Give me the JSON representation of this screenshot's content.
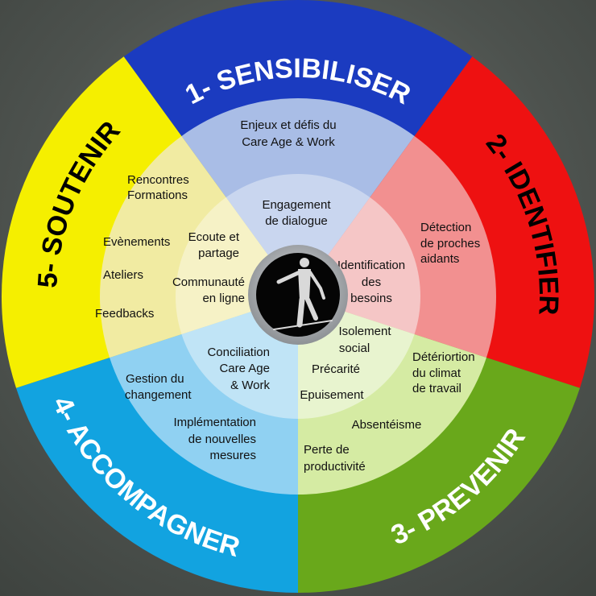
{
  "segments": [
    {
      "title": "1- SENSIBILISER",
      "outer_color": "#1b3bc0",
      "mid_color": "#a9bde6",
      "inner_color": "#c9d6ef",
      "title_color": "#ffffff",
      "mid_items": [
        "Enjeux et défis du",
        "Care Age & Work"
      ],
      "inner_items": [
        "Engagement",
        "de dialogue"
      ]
    },
    {
      "title": "2- IDENTIFIER",
      "outer_color": "#ee1111",
      "mid_color": "#f29090",
      "inner_color": "#f5c6c6",
      "title_color": "#000000",
      "mid_items": [
        "Détection",
        "de proches",
        "aidants"
      ],
      "inner_items": [
        "Identification",
        "des",
        "besoins"
      ]
    },
    {
      "title": "3- PREVENIR",
      "outer_color": "#69a81b",
      "mid_color": "#d5eba3",
      "inner_color": "#e8f4cf",
      "title_color": "#ffffff",
      "mid_items": [
        "Détériortion",
        "du climat",
        "de travail",
        "Absentéisme",
        "Perte de",
        "productivité"
      ],
      "inner_items": [
        "Isolement",
        "social",
        "Précarité",
        "Epuisement"
      ]
    },
    {
      "title": "4- ACCOMPAGNER",
      "outer_color": "#12a3e0",
      "mid_color": "#90d1f2",
      "inner_color": "#c0e4f6",
      "title_color": "#ffffff",
      "mid_items": [
        "Gestion du",
        "changement",
        "Implémentation",
        "de nouvelles",
        "mesures"
      ],
      "inner_items": [
        "Conciliation",
        "Care Age",
        "& Work"
      ]
    },
    {
      "title": "5- SOUTENIR",
      "outer_color": "#f5ef00",
      "mid_color": "#f1eba2",
      "inner_color": "#f6f2c6",
      "title_color": "#000000",
      "mid_items": [
        "Rencontres",
        "Formations",
        "Evènements",
        "Ateliers",
        "Feedbacks"
      ],
      "inner_items": [
        "Ecoute et",
        "partage",
        "Communauté",
        "en ligne"
      ]
    }
  ]
}
